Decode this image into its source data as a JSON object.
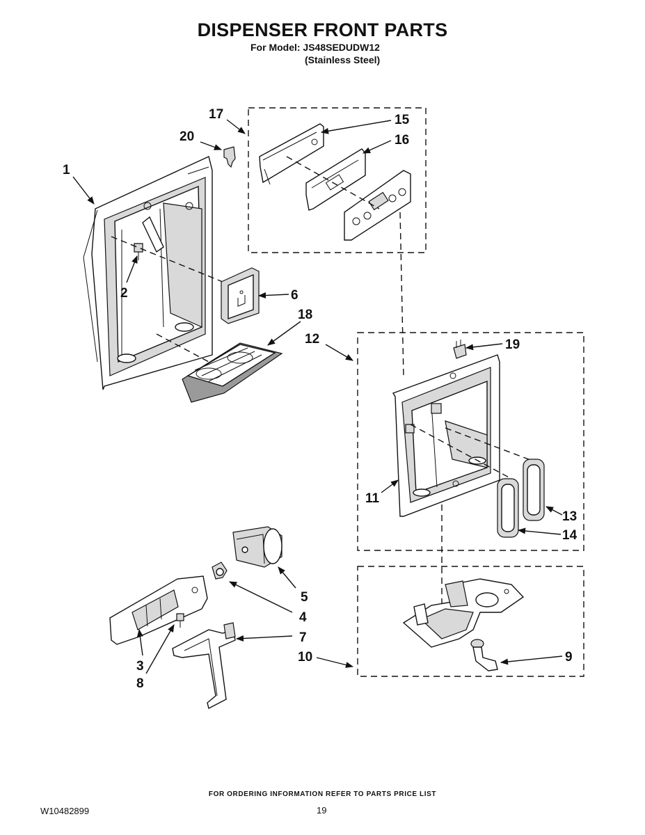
{
  "header": {
    "title": "DISPENSER FRONT PARTS",
    "model_line": "For Model: JS48SEDUDW12",
    "finish_line": "(Stainless Steel)"
  },
  "callouts": {
    "c1": "1",
    "c2": "2",
    "c3": "3",
    "c4": "4",
    "c5": "5",
    "c6": "6",
    "c7": "7",
    "c8": "8",
    "c9": "9",
    "c10": "10",
    "c11": "11",
    "c12": "12",
    "c13": "13",
    "c14": "14",
    "c15": "15",
    "c16": "16",
    "c17": "17",
    "c18": "18",
    "c19": "19",
    "c20": "20"
  },
  "footer": {
    "ordering_note": "FOR ORDERING INFORMATION REFER TO PARTS PRICE LIST",
    "doc_number": "W10482899",
    "page_number": "19"
  }
}
